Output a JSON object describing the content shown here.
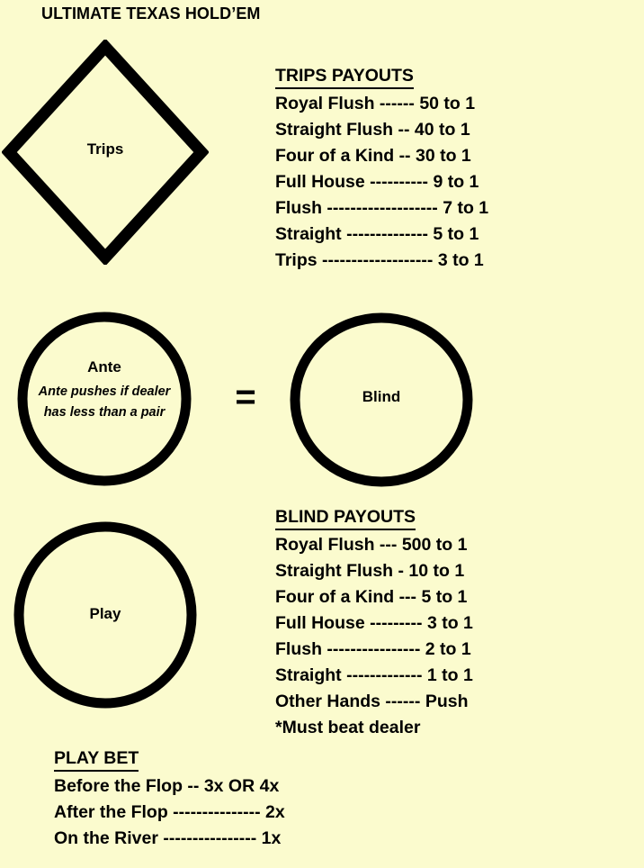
{
  "title": "ULTIMATE TEXAS HOLD’EM",
  "shapes": {
    "trips": {
      "label": "Trips"
    },
    "ante": {
      "label": "Ante",
      "note": "Ante pushes if dealer has less than a pair"
    },
    "equals": "=",
    "blind": {
      "label": "Blind"
    },
    "play": {
      "label": "Play"
    }
  },
  "trips_payouts": {
    "heading": "TRIPS PAYOUTS",
    "rows": [
      "Royal Flush ------ 50 to 1",
      "Straight Flush -- 40 to 1",
      "Four of a Kind -- 30 to 1",
      "Full House ---------- 9 to 1",
      "Flush ------------------- 7 to 1",
      "Straight -------------- 5 to 1",
      "Trips ------------------- 3 to 1"
    ]
  },
  "blind_payouts": {
    "heading": "BLIND PAYOUTS",
    "rows": [
      "Royal Flush --- 500 to 1",
      "Straight Flush - 10 to 1",
      "Four of a Kind --- 5 to 1",
      "Full House --------- 3 to 1",
      "Flush ---------------- 2 to 1",
      "Straight ------------- 1 to 1",
      "Other Hands ------ Push"
    ],
    "note": "*Must beat dealer"
  },
  "play_bet": {
    "heading": "PLAY BET",
    "rows": [
      "Before the Flop -- 3x OR 4x",
      "After the Flop --------------- 2x",
      "On the River ---------------- 1x"
    ]
  },
  "colors": {
    "background": "#FBFBCE",
    "ink": "#000000"
  }
}
